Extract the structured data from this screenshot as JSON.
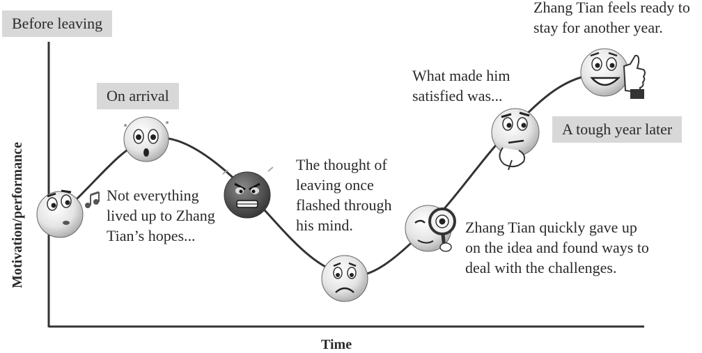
{
  "stages": {
    "before_leaving": "Before leaving",
    "on_arrival": "On arrival",
    "tough_year_later": "A tough year later"
  },
  "notes": {
    "hopes": "Not everything\nlived up to Zhang\nTian’s hopes...",
    "thought": "The thought of\nleaving once\nflashed through\nhis mind.",
    "gave_up": "Zhang Tian quickly gave up\non the idea and found ways to\ndeal with the challenges.",
    "satisfied": "What made him\nsatisfied was...",
    "ready": "Zhang Tian feels ready to\nstay for another year."
  },
  "axes": {
    "x_title": "Time",
    "y_title": "Motivation/performance"
  },
  "colors": {
    "face_light": "#eeeeee",
    "face_dark": "#555555",
    "curve": "#333333",
    "label_bg": "#d8d8d8"
  }
}
